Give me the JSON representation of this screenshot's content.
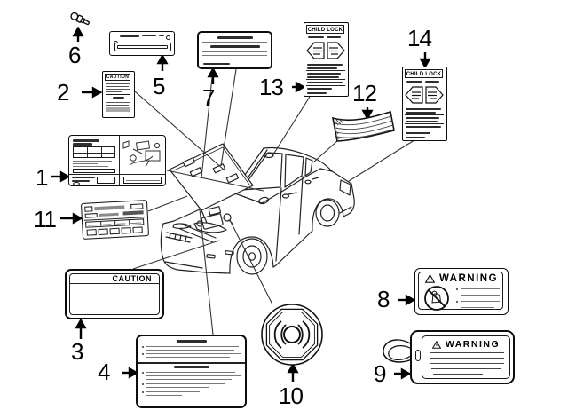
{
  "callouts": {
    "n1": "1",
    "n2": "2",
    "n3": "3",
    "n4": "4",
    "n5": "5",
    "n6": "6",
    "n7": "7",
    "n8": "8",
    "n9": "9",
    "n10": "10",
    "n11": "11",
    "n12": "12",
    "n13": "13",
    "n14": "14"
  },
  "texts": {
    "caution": "CAUTION",
    "child_lock": "CHILD LOCK",
    "warning": "WARNING"
  }
}
